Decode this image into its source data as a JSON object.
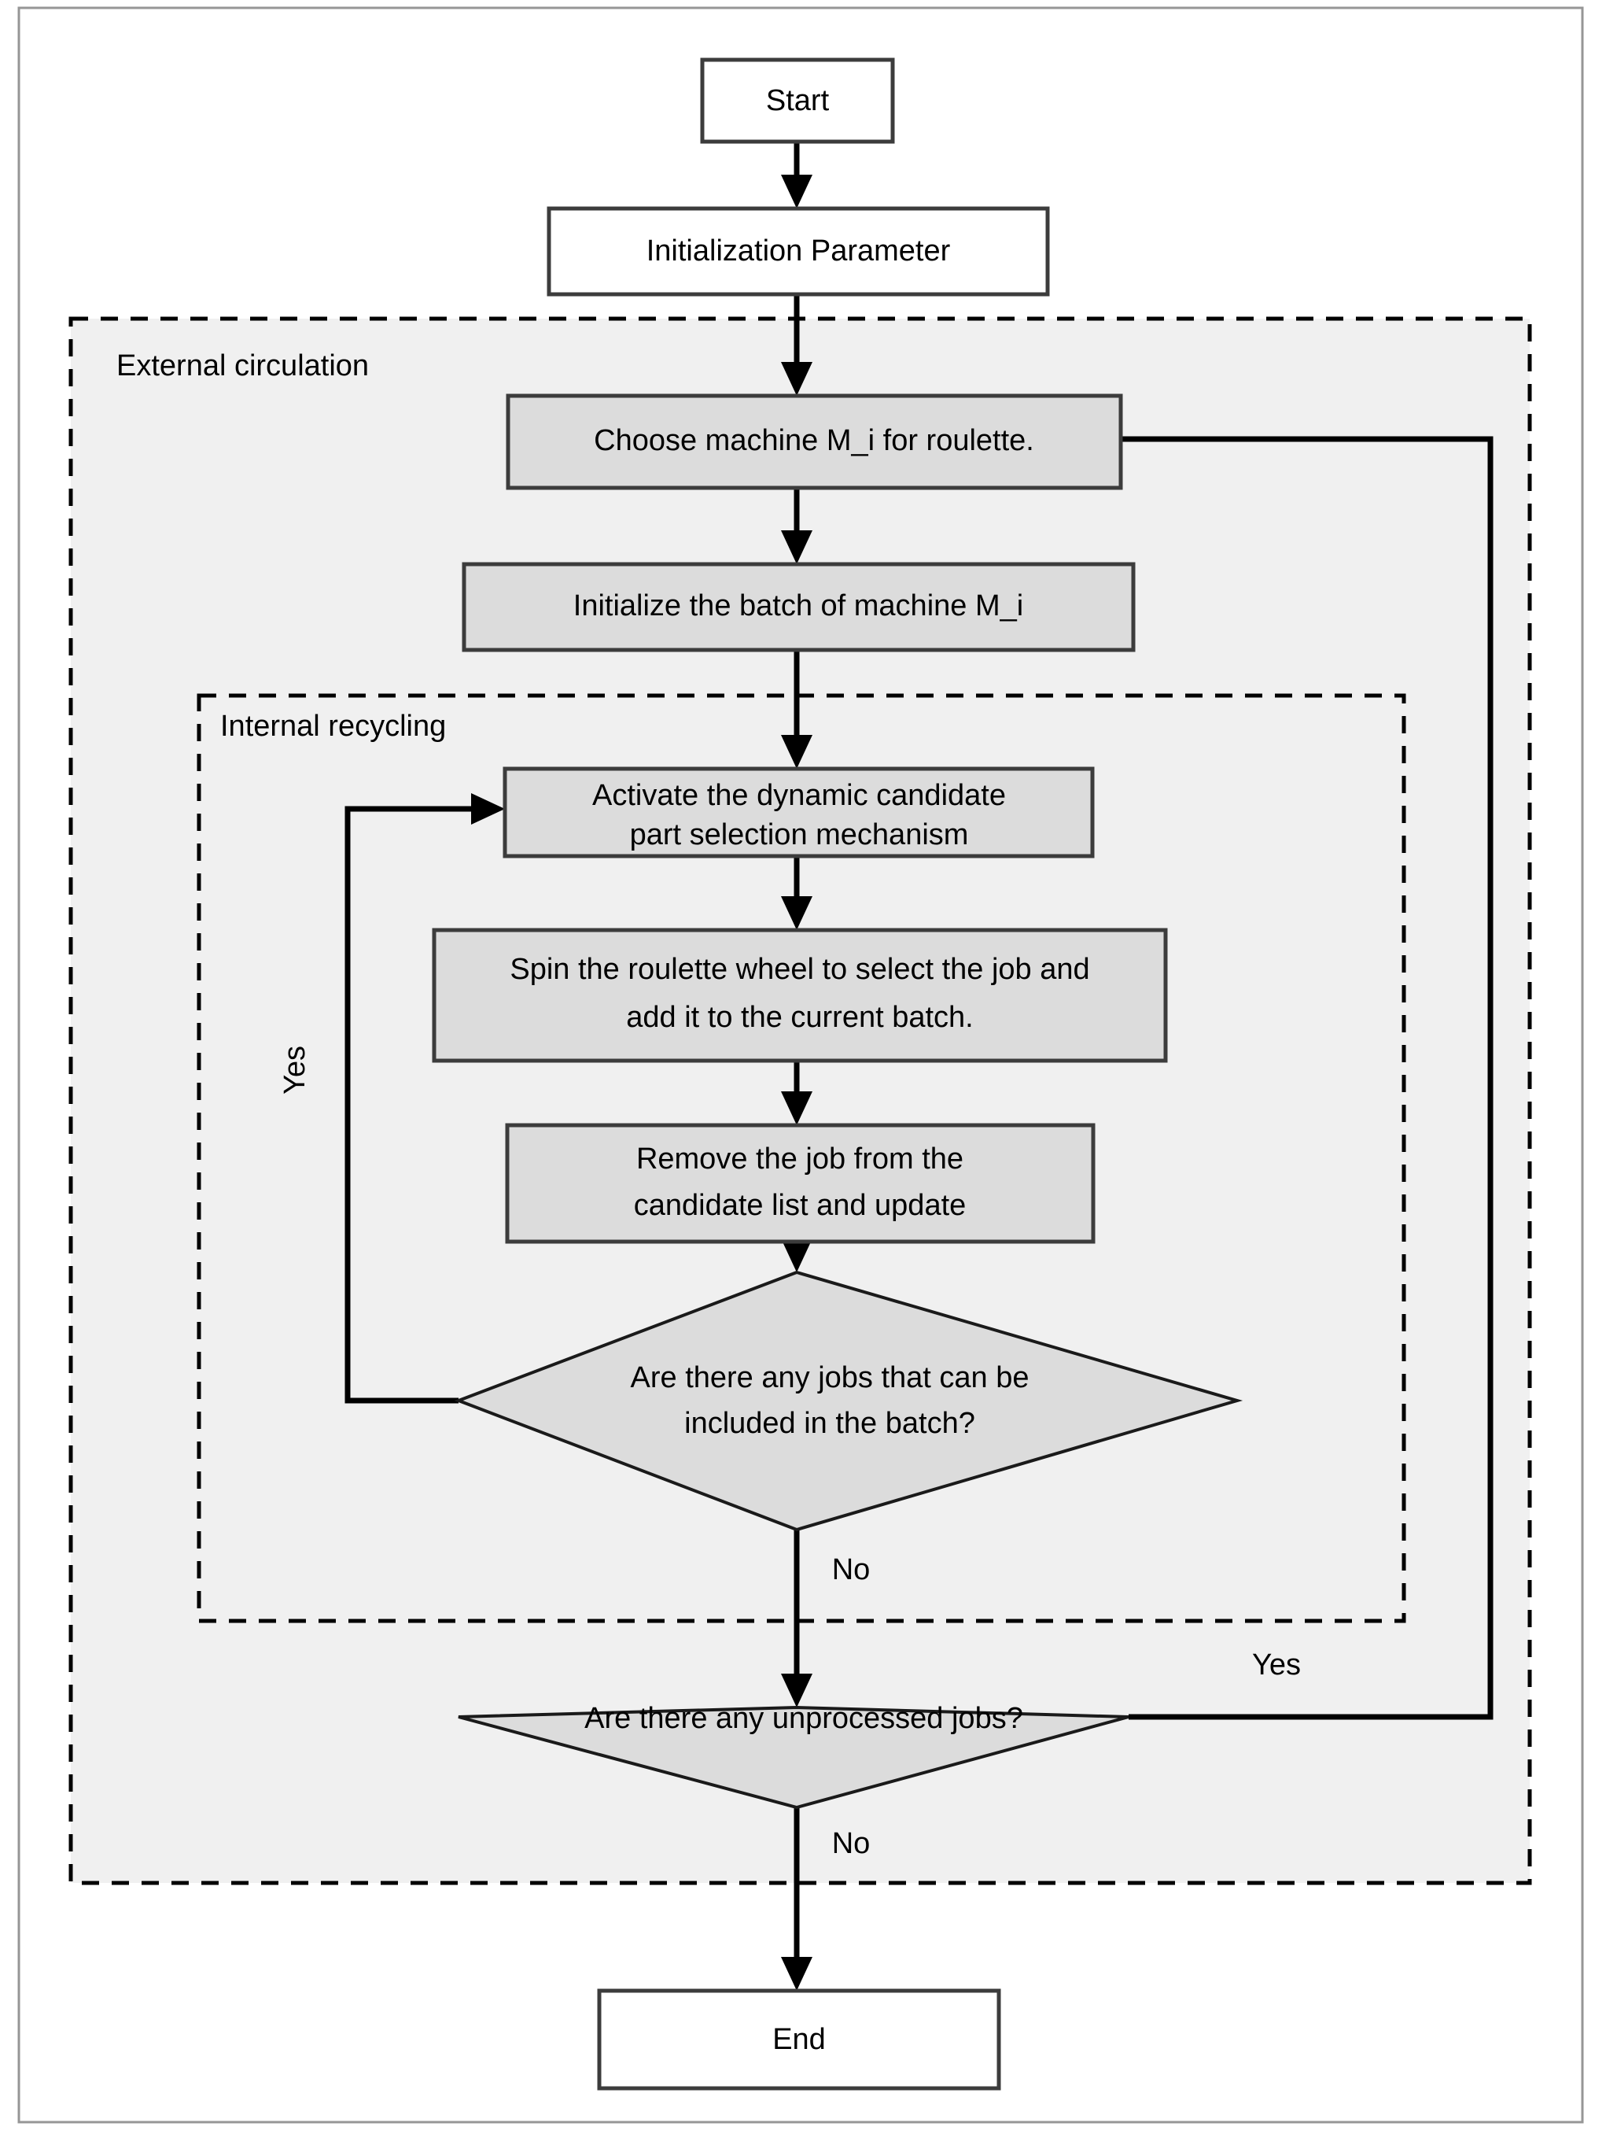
{
  "diagram": {
    "title": "Batch scheduling roulette selection flowchart",
    "colors": {
      "process_fill": "#dcdcdc",
      "terminal_fill": "#ffffff",
      "group_fill": "#f0f0f0",
      "stroke": "#000000",
      "frame": "#969696"
    },
    "groups": [
      {
        "id": "external",
        "label": "External circulation"
      },
      {
        "id": "internal",
        "label": "Internal recycling"
      }
    ],
    "nodes": [
      {
        "id": "start",
        "type": "terminal",
        "label": "Start"
      },
      {
        "id": "init_param",
        "type": "terminal",
        "label": "Initialization Parameter"
      },
      {
        "id": "choose_mach",
        "type": "process",
        "label": "Choose machine M_i for roulette."
      },
      {
        "id": "init_batch",
        "type": "process",
        "label": "Initialize the batch of machine M_i"
      },
      {
        "id": "activate",
        "type": "process",
        "line1": "Activate the dynamic candidate",
        "line2": "part selection mechanism"
      },
      {
        "id": "spin",
        "type": "process",
        "line1": "Spin the roulette wheel to select the job and",
        "line2": "add it to the current batch."
      },
      {
        "id": "remove",
        "type": "process",
        "line1": "Remove the job from the",
        "line2": "candidate list and update"
      },
      {
        "id": "dec_batch",
        "type": "decision",
        "line1": "Are there any jobs that can be",
        "line2": "included in the batch?"
      },
      {
        "id": "dec_unproc",
        "type": "decision",
        "label": "Are there any unprocessed jobs?"
      },
      {
        "id": "end",
        "type": "terminal",
        "label": "End"
      }
    ],
    "edge_labels": {
      "batch_yes": "Yes",
      "batch_no": "No",
      "unproc_yes": "Yes",
      "unproc_no": "No"
    }
  }
}
